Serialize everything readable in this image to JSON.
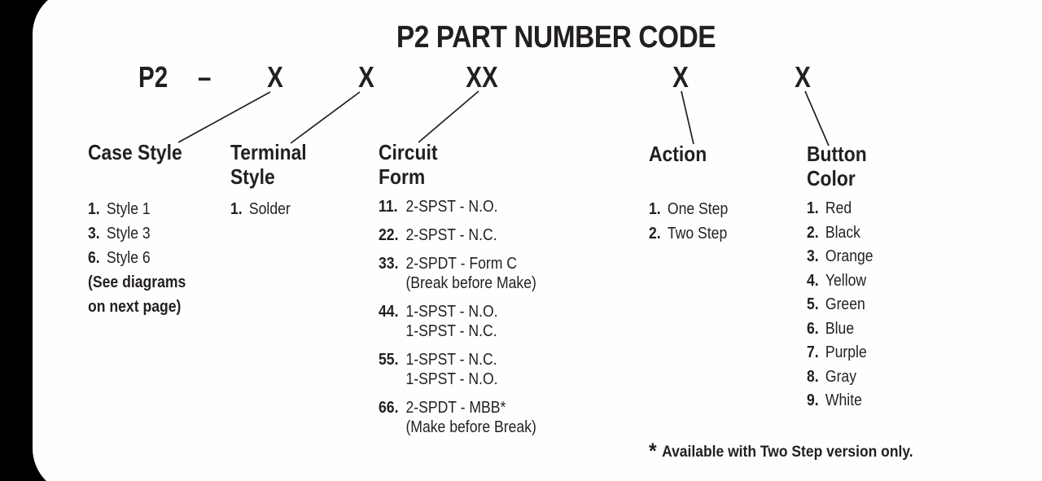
{
  "title": "P2 PART NUMBER CODE",
  "code_row": {
    "prefix": "P2",
    "separator": "–",
    "placeholders": [
      "X",
      "X",
      "XX",
      "X",
      "X"
    ]
  },
  "columns": [
    {
      "header_lines": [
        "Case Style"
      ],
      "items": [
        {
          "num": "1.",
          "label": "Style 1"
        },
        {
          "num": "3.",
          "label": "Style 3"
        },
        {
          "num": "6.",
          "label": "Style 6"
        }
      ],
      "note_lines": [
        "(See diagrams",
        "on next page)"
      ]
    },
    {
      "header_lines": [
        "Terminal",
        "Style"
      ],
      "items": [
        {
          "num": "1.",
          "label": "Solder"
        }
      ]
    },
    {
      "header_lines": [
        "Circuit",
        "Form"
      ],
      "items": [
        {
          "num": "11.",
          "label": "2-SPST - N.O."
        },
        {
          "num": "22.",
          "label": "2-SPST - N.C."
        },
        {
          "num": "33.",
          "label": "2-SPDT - Form C",
          "sub": "(Break before Make)"
        },
        {
          "num": "44.",
          "label": "1-SPST - N.O.",
          "sub": "1-SPST - N.C."
        },
        {
          "num": "55.",
          "label": "1-SPST - N.C.",
          "sub": "1-SPST - N.O."
        },
        {
          "num": "66.",
          "label": "2-SPDT - MBB*",
          "sub": "(Make before Break)"
        }
      ]
    },
    {
      "header_lines": [
        "Action"
      ],
      "items": [
        {
          "num": "1.",
          "label": "One Step"
        },
        {
          "num": "2.",
          "label": "Two Step"
        }
      ]
    },
    {
      "header_lines": [
        "Button",
        "Color"
      ],
      "items": [
        {
          "num": "1.",
          "label": "Red"
        },
        {
          "num": "2.",
          "label": "Black"
        },
        {
          "num": "3.",
          "label": "Orange"
        },
        {
          "num": "4.",
          "label": "Yellow"
        },
        {
          "num": "5.",
          "label": "Green"
        },
        {
          "num": "6.",
          "label": "Blue"
        },
        {
          "num": "7.",
          "label": "Purple"
        },
        {
          "num": "8.",
          "label": "Gray"
        },
        {
          "num": "9.",
          "label": "White"
        }
      ]
    }
  ],
  "footnote": {
    "symbol": "*",
    "text": "Available with Two Step version only."
  },
  "colors": {
    "ink": "#231f20",
    "paper": "#ffffff",
    "surround": "#000000"
  }
}
